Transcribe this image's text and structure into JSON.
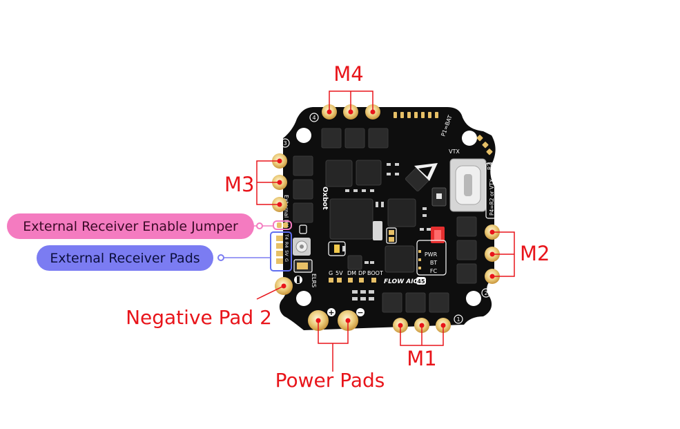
{
  "labels": {
    "m1": "M1",
    "m2": "M2",
    "m3": "M3",
    "m4": "M4",
    "negative_pad_2": "Negative Pad 2",
    "power_pads": "Power Pads",
    "ext_rx_enable_jumper": "External Receiver Enable Jumper",
    "ext_rx_pads": "External Receiver Pads"
  },
  "silkscreen": {
    "brand": "Oxbot",
    "model": "FLOW AIO",
    "model_badge": "45",
    "elrs": "ELRS",
    "external_rx": "External RX",
    "rx_pads": [
      "T4",
      "R4",
      "5V",
      "G"
    ],
    "usb_pads": [
      "G",
      "5V",
      "DM",
      "DP",
      "BOOT"
    ],
    "led_labels": [
      "PWR",
      "BT",
      "FC"
    ],
    "vtx": "VTX",
    "p1_bat": "P1=BAT",
    "r2": "R2",
    "p4_r2_vtx": "P4=R2 or VTX",
    "motor_numbers": [
      "1",
      "2",
      "3",
      "4"
    ]
  },
  "colors": {
    "callout_red": "#e8141a",
    "board_black": "#0e0e0e",
    "pad_gold": "#e7c067",
    "jumper_pill": "#f47bc0",
    "rx_pads_pill": "#7b7cf2",
    "rx_highlight": "#5f6ef0"
  }
}
